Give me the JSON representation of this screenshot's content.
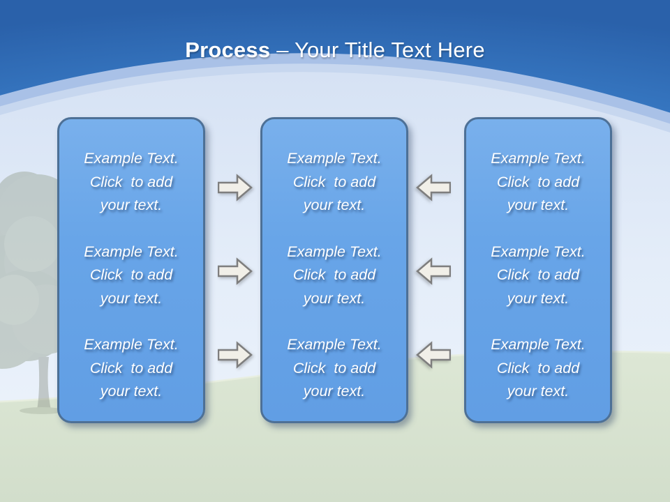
{
  "slide": {
    "title": {
      "bold": "Process",
      "rest": "– Your Title Text Here"
    },
    "columns": [
      {
        "position": "left",
        "blocks": [
          "Example Text.\nClick  to add\nyour text.",
          "Example Text.\nClick  to add\nyour text.",
          "Example Text.\nClick  to add\nyour text."
        ]
      },
      {
        "position": "center",
        "blocks": [
          "Example Text.\nClick  to add\nyour text.",
          "Example Text.\nClick  to add\nyour text.",
          "Example Text.\nClick  to add\nyour text."
        ]
      },
      {
        "position": "right",
        "blocks": [
          "Example Text.\nClick  to add\nyour text.",
          "Example Text.\nClick  to add\nyour text.",
          "Example Text.\nClick  to add\nyour text."
        ]
      }
    ],
    "arrows": {
      "between_left_and_center": {
        "icon": "arrow-right",
        "direction": "right",
        "count": 3
      },
      "between_center_and_right": {
        "icon": "arrow-left",
        "direction": "left",
        "count": 3
      }
    },
    "palette": {
      "sky_dark": "#2a61aa",
      "sky_light": "#5fa0e4",
      "arc_band": "#a9c1e7",
      "arc_band_light": "#c7d7ef",
      "lower_sky": "#e0eaf8",
      "grass": "#d8e3d0",
      "box_fill": "#69a4e7",
      "box_border": "#4d7096",
      "arrow_fill": "#f1efe8",
      "arrow_stroke": "#7e7e7e",
      "title_text": "#ffffff",
      "box_text": "#ffffff"
    }
  }
}
